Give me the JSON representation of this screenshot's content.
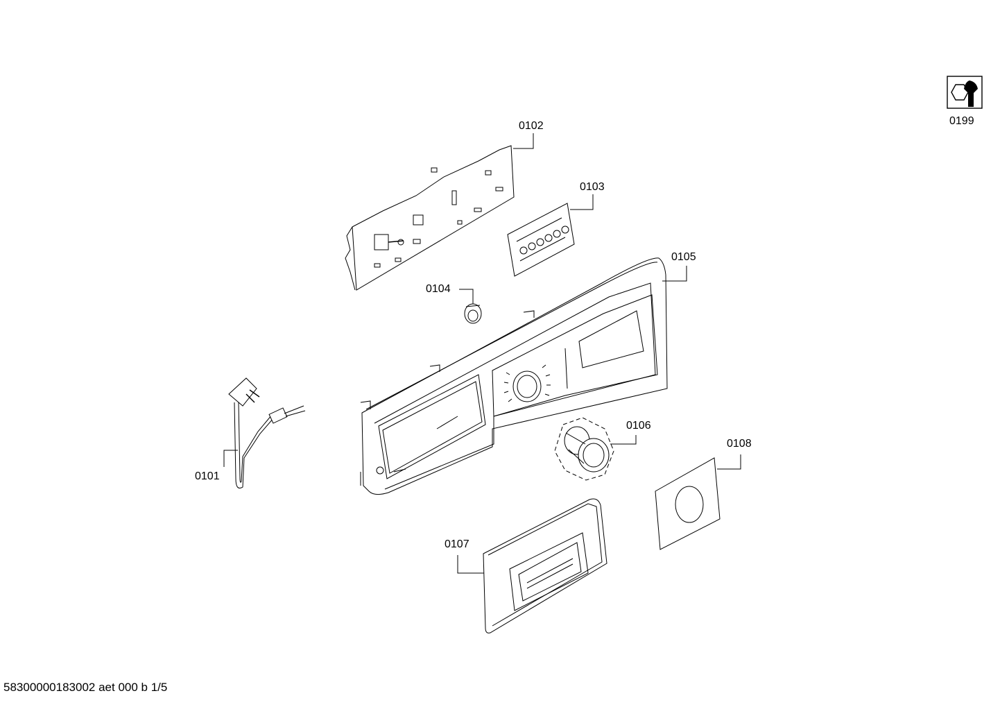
{
  "parts": {
    "p0101": "0101",
    "p0102": "0102",
    "p0103": "0103",
    "p0104": "0104",
    "p0105": "0105",
    "p0106": "0106",
    "p0107": "0107",
    "p0108": "0108",
    "p0199": "0199"
  },
  "icons": {
    "service_tool": "wrench-nut-icon"
  },
  "footer": {
    "document_id": "58300000183002 aet 000 b 1/5"
  }
}
